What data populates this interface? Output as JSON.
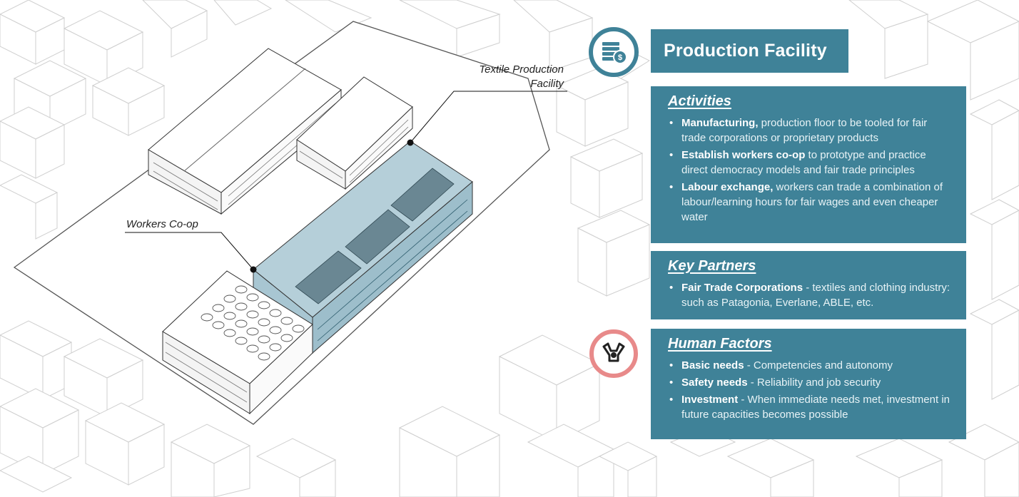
{
  "labels": {
    "textile_line1": "Textile Production",
    "textile_line2": "Facility",
    "workers_coop": "Workers Co-op"
  },
  "title": "Production Facility",
  "activities": {
    "heading": "Activities",
    "items": [
      {
        "bold": "Manufacturing,",
        "text": " production floor to be tooled for fair trade corporations or proprietary products"
      },
      {
        "bold": "Establish workers co-op",
        "text": " to prototype and practice direct democracy models and fair trade principles"
      },
      {
        "bold": "Labour exchange,",
        "text": " workers can trade a combination of labour/learning hours for fair wages and even cheaper water"
      }
    ]
  },
  "key_partners": {
    "heading": "Key Partners",
    "items": [
      {
        "bold": "Fair Trade Corporations",
        "text": " - textiles and clothing industry: such as Patagonia, Everlane, ABLE, etc."
      }
    ]
  },
  "human_factors": {
    "heading": "Human Factors",
    "items": [
      {
        "bold": "Basic needs",
        "text": " - Competencies and autonomy"
      },
      {
        "bold": "Safety needs",
        "text": " - Reliability and job security"
      },
      {
        "bold": "Investment",
        "text": " - When immediate needs met, investment in future capacities becomes possible"
      }
    ]
  },
  "icons": {
    "money": "money-stack-icon",
    "person": "raised-arms-person-icon"
  },
  "colors": {
    "panel": "#3f8298",
    "highlight_building": "#b5cfd9",
    "money_ring": "#3f8298",
    "person_ring": "#e88a8a"
  }
}
